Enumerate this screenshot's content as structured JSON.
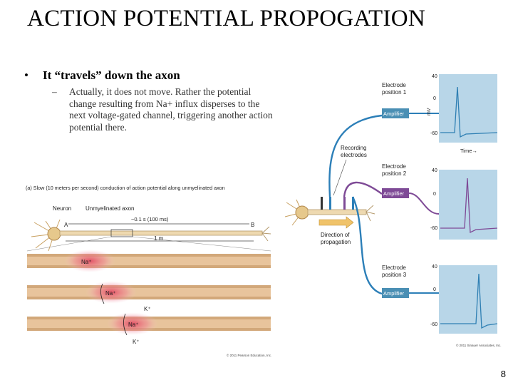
{
  "slide": {
    "title": "ACTION POTENTIAL PROPOGATION",
    "bullet_marker": "•",
    "bullet": "It “travels” down the axon",
    "sub_marker": "–",
    "sub_bullet": "Actually, it does not move. Rather the potential change resulting from Na+ influx disperses to the next voltage-gated channel, triggering another action potential there.",
    "page_number": "8"
  },
  "left_figure": {
    "caption": "(a) Slow (10 meters per second) conduction of action potential along unmyelinated axon",
    "neuron_label": "Neuron",
    "axon_label": "Unmyelinated axon",
    "point_a": "A",
    "point_b": "B",
    "time_label": "~0.1 s (100 ms)",
    "distance_label": "1 m",
    "na_label": "Na⁺",
    "k_label": "K⁺",
    "copyright": "© 2011 Pearson Education, Inc."
  },
  "right_figure": {
    "electrode_1": [
      "Electrode",
      "position 1"
    ],
    "electrode_2": [
      "Electrode",
      "position 2"
    ],
    "electrode_3": [
      "Electrode",
      "position 3"
    ],
    "amplifier": "Amplifier",
    "mv_label": "mV",
    "y_ticks": [
      "40",
      "0",
      "-60"
    ],
    "time_label": "Time→",
    "recording_label": [
      "Recording",
      "electrodes"
    ],
    "direction_label": [
      "Direction of",
      "propagation"
    ],
    "copyright": "© 2011 Sinauer Associates, Inc.",
    "colors": {
      "panel": "#b8d6e8",
      "trace1": "#2e7fb3",
      "trace2": "#7e4a96",
      "trace3": "#2e7fb3",
      "amp": "#4a8fb4"
    }
  }
}
